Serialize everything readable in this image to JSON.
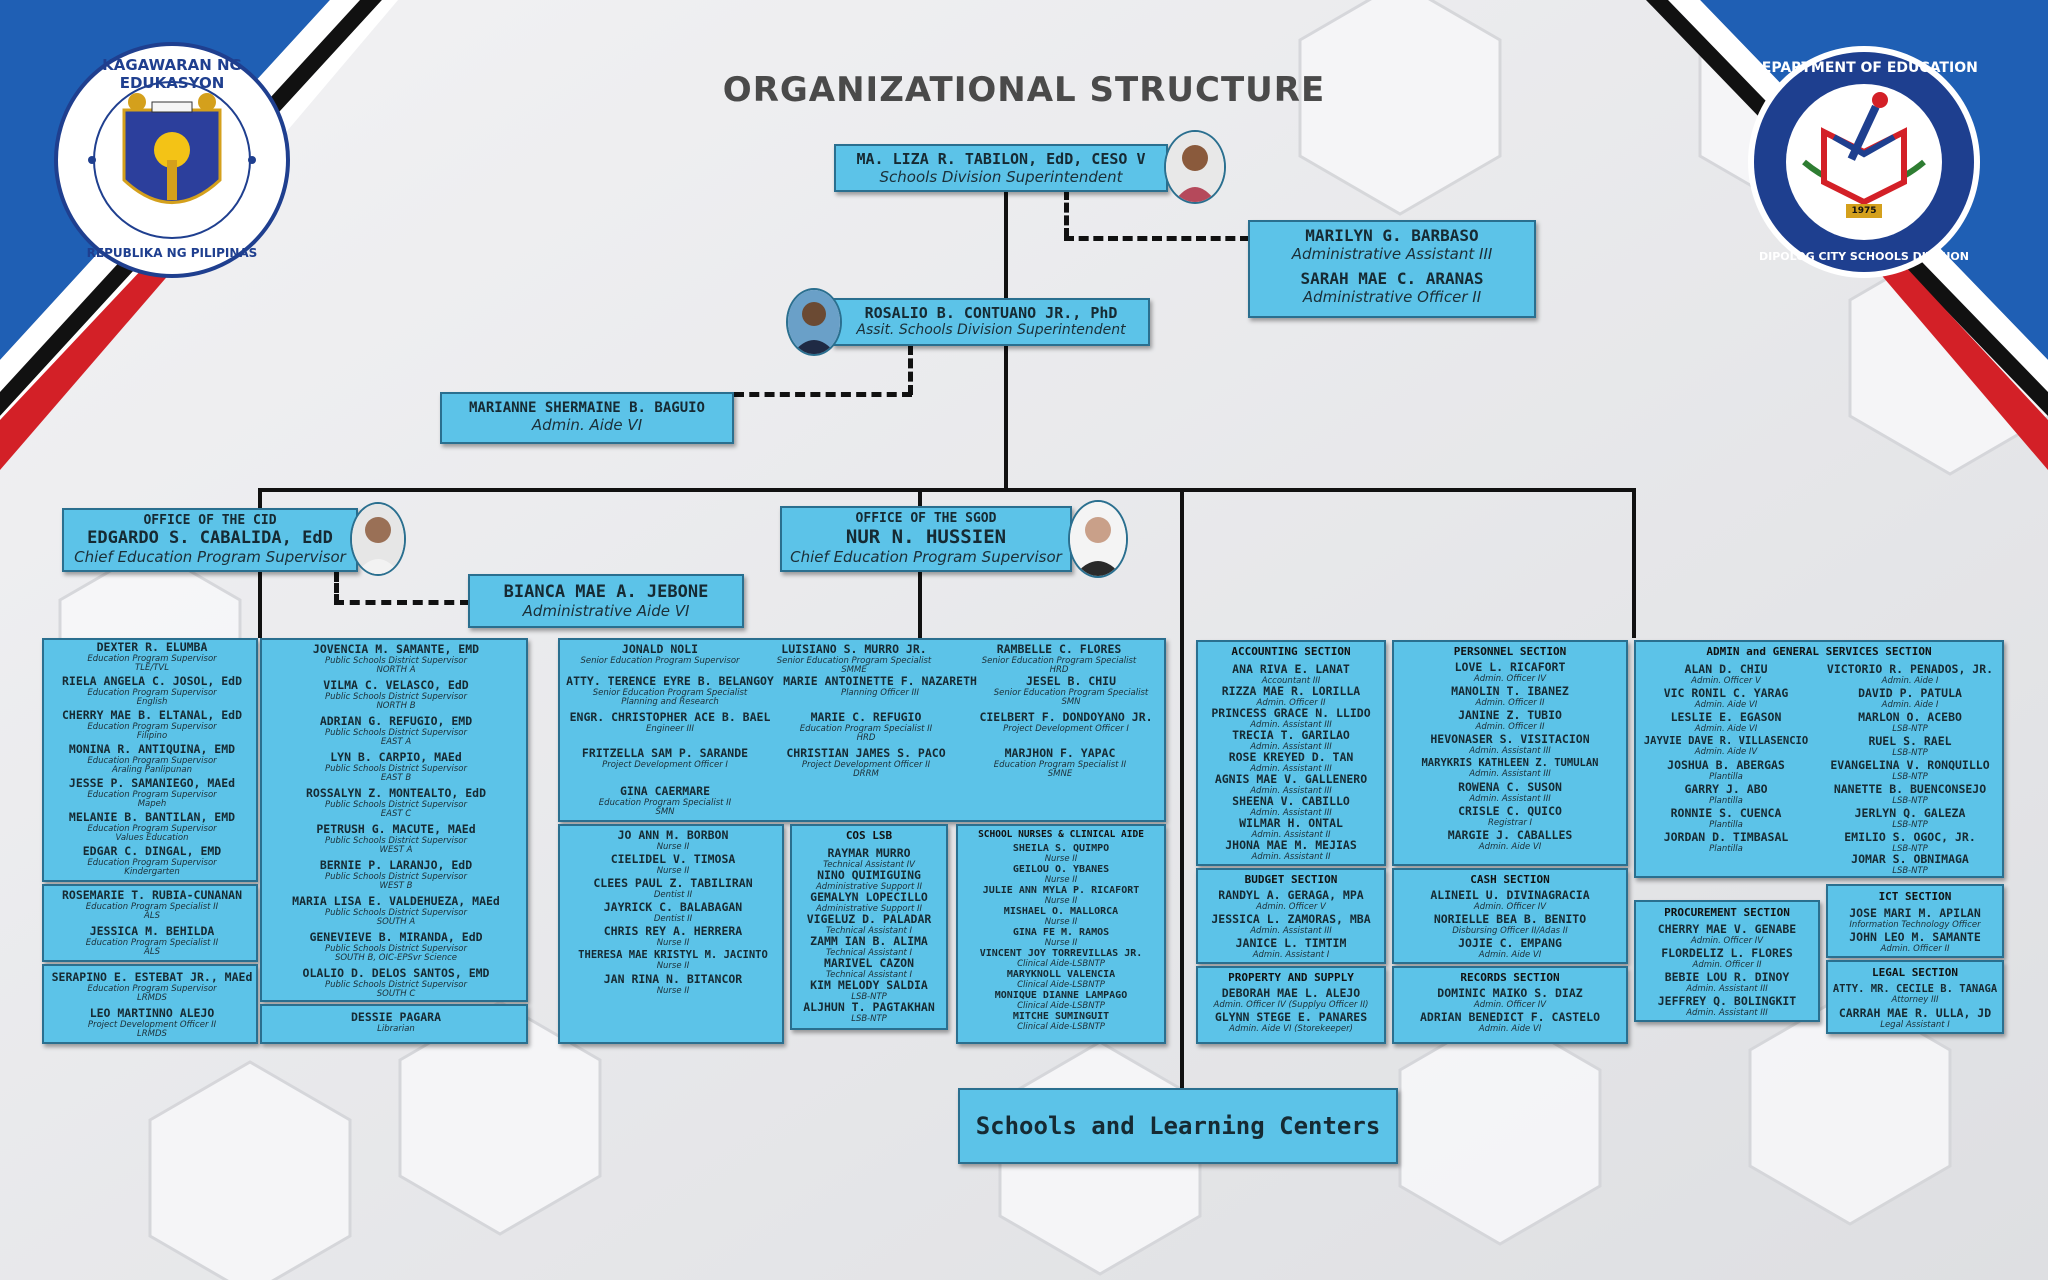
{
  "title": "ORGANIZATIONAL STRUCTURE",
  "logos": {
    "left": {
      "top_text": "KAGAWARAN NG EDUKASYON",
      "bottom_text": "REPUBLIKA NG PILIPINAS"
    },
    "right": {
      "top_text": "DEPARTMENT OF EDUCATION",
      "bottom_text": "DIPOLOG CITY SCHOOLS DIVISION",
      "year": "1975"
    }
  },
  "sds": {
    "name": "MA. LIZA R. TABILON, EdD, CESO V",
    "position": "Schools Division Superintendent"
  },
  "admin_staff": [
    {
      "name": "MARILYN G. BARBASO",
      "position": "Administrative Assistant III"
    },
    {
      "name": "SARAH MAE C. ARANAS",
      "position": "Administrative Officer II"
    }
  ],
  "asds": {
    "name": "ROSALIO B. CONTUANO JR., PhD",
    "position": "Assit. Schools Division Superintendent"
  },
  "asds_aide": {
    "name": "MARIANNE SHERMAINE B. BAGUIO",
    "position": "Admin. Aide VI"
  },
  "cid": {
    "office": "OFFICE OF THE CID",
    "name": "EDGARDO S. CABALIDA, EdD",
    "position": "Chief Education Program Supervisor"
  },
  "cid_aide": {
    "name": "BIANCA MAE A. JEBONE",
    "position": "Administrative Aide VI"
  },
  "sgod": {
    "office": "OFFICE OF THE SGOD",
    "name": "NUR N. HUSSIEN",
    "position": "Chief Education Program Supervisor"
  },
  "schools": {
    "label": "Schools and Learning Centers"
  },
  "cid_col1": [
    {
      "name": "DEXTER R. ELUMBA",
      "lines": [
        "Education Program Supervisor",
        "TLE/TVL"
      ]
    },
    {
      "name": "RIELA ANGELA C. JOSOL, EdD",
      "lines": [
        "Education Program Supervisor",
        "English"
      ]
    },
    {
      "name": "CHERRY MAE B. ELTANAL, EdD",
      "lines": [
        "Education Program Supervisor",
        "Filipino"
      ]
    },
    {
      "name": "MONINA R. ANTIQUINA, EMD",
      "lines": [
        "Education Program Supervisor",
        "Araling Panlipunan"
      ]
    },
    {
      "name": "JESSE P. SAMANIEGO, MAEd",
      "lines": [
        "Education Program Supervisor",
        "Mapeh"
      ]
    },
    {
      "name": "MELANIE B. BANTILAN, EMD",
      "lines": [
        "Education Program Supervisor",
        "Values Education"
      ]
    },
    {
      "name": "EDGAR C. DINGAL, EMD",
      "lines": [
        "Education Program Supervisor",
        "Kindergarten"
      ]
    }
  ],
  "cid_col1b": [
    {
      "name": "ROSEMARIE T. RUBIA-CUNANAN",
      "lines": [
        "Education Program Specialist II",
        "ALS"
      ]
    },
    {
      "name": "JESSICA M. BEHILDA",
      "lines": [
        "Education Program Specialist II",
        "ALS"
      ]
    }
  ],
  "cid_col1c": [
    {
      "name": "SERAPINO E. ESTEBAT JR., MAEd",
      "lines": [
        "Education Program Supervisor",
        "LRMDS"
      ]
    },
    {
      "name": "LEO MARTINNO ALEJO",
      "lines": [
        "Project Development Officer II",
        "LRMDS"
      ]
    }
  ],
  "cid_col2": [
    {
      "name": "JOVENCIA M. SAMANTE, EMD",
      "lines": [
        "Public Schools District Supervisor",
        "NORTH A"
      ]
    },
    {
      "name": "VILMA C. VELASCO, EdD",
      "lines": [
        "Public Schools District Supervisor",
        "NORTH B"
      ]
    },
    {
      "name": "ADRIAN G. REFUGIO, EMD",
      "lines": [
        "Public Schools District Supervisor",
        "EAST A"
      ]
    },
    {
      "name": "LYN B. CARPIO, MAEd",
      "lines": [
        "Public Schools District Supervisor",
        "EAST B"
      ]
    },
    {
      "name": "ROSSALYN Z. MONTEALTO, EdD",
      "lines": [
        "Public Schools District Supervisor",
        "EAST C"
      ]
    },
    {
      "name": "PETRUSH G. MACUTE, MAEd",
      "lines": [
        "Public Schools District Supervisor",
        "WEST A"
      ]
    },
    {
      "name": "BERNIE P. LARANJO, EdD",
      "lines": [
        "Public Schools District Supervisor",
        "WEST B"
      ]
    },
    {
      "name": "MARIA LISA E. VALDEHUEZA, MAEd",
      "lines": [
        "Public Schools District Supervisor",
        "SOUTH A"
      ]
    },
    {
      "name": "GENEVIEVE B. MIRANDA, EdD",
      "lines": [
        "Public Schools District Supervisor",
        "SOUTH B, OIC-EPSvr Science"
      ]
    },
    {
      "name": "OLALIO D. DELOS SANTOS, EMD",
      "lines": [
        "Public Schools District Supervisor",
        "SOUTH C"
      ]
    }
  ],
  "librarian": {
    "name": "DESSIE PAGARA",
    "position": "Librarian"
  },
  "sgod_top": [
    {
      "name": "JONALD NOLI",
      "lines": [
        "Senior Education Program Supervisor"
      ]
    },
    {
      "name": "LUISIANO S. MURRO JR.",
      "lines": [
        "Senior Education Program Specialist",
        "SMME"
      ]
    },
    {
      "name": "RAMBELLE C. FLORES",
      "lines": [
        "Senior Education Program Specialist",
        "HRD"
      ]
    },
    {
      "name": "ATTY. TERENCE EYRE B. BELANGOY",
      "lines": [
        "Senior Education Program Specialist",
        "Planning and Research"
      ]
    },
    {
      "name": "MARIE ANTOINETTE F. NAZARETH",
      "lines": [
        "Planning Officer III"
      ]
    },
    {
      "name": "JESEL B. CHIU",
      "lines": [
        "Senior Education Program Specialist",
        "SMN"
      ]
    },
    {
      "name": "ENGR. CHRISTOPHER ACE B. BAEL",
      "lines": [
        "Engineer III"
      ]
    },
    {
      "name": "MARIE C. REFUGIO",
      "lines": [
        "Education Program Specialist II",
        "HRD"
      ]
    },
    {
      "name": "CIELBERT F. DONDOYANO JR.",
      "lines": [
        "Project Development Officer I"
      ]
    },
    {
      "name": "FRITZELLA SAM P. SARANDE",
      "lines": [
        "Project Development Officer I"
      ]
    },
    {
      "name": "CHRISTIAN JAMES S. PACO",
      "lines": [
        "Project Development Officer II",
        "DRRM"
      ]
    },
    {
      "name": "MARJHON F. YAPAC",
      "lines": [
        "Education Program Specialist II",
        "SMNE"
      ]
    },
    {
      "name": "GINA CAERMARE",
      "lines": [
        "Education Program Specialist II",
        "SMN"
      ]
    }
  ],
  "sgod_medical": [
    {
      "name": "JO ANN M. BORBON",
      "lines": [
        "Nurse II"
      ]
    },
    {
      "name": "CIELIDEL V. TIMOSA",
      "lines": [
        "Nurse II"
      ]
    },
    {
      "name": "CLEES PAUL Z. TABILIRAN",
      "lines": [
        "Dentist II"
      ]
    },
    {
      "name": "JAYRICK C. BALABAGAN",
      "lines": [
        "Dentist II"
      ]
    },
    {
      "name": "CHRIS REY A. HERRERA",
      "lines": [
        "Nurse II"
      ]
    },
    {
      "name": "THERESA MAE KRISTYL M. JACINTO",
      "lines": [
        "Nurse II"
      ]
    },
    {
      "name": "JAN RINA N. BITANCOR",
      "lines": [
        "Nurse II"
      ]
    }
  ],
  "cos_lsb": {
    "title": "COS LSB",
    "people": [
      {
        "name": "RAYMAR MURRO",
        "lines": [
          "Technical Assistant IV"
        ]
      },
      {
        "name": "NINO QUIMIGUING",
        "lines": [
          "Administrative Support II"
        ]
      },
      {
        "name": "GEMALYN LOPECILLO",
        "lines": [
          "Administrative Support II"
        ]
      },
      {
        "name": "VIGELUZ D. PALADAR",
        "lines": [
          "Technical Assistant I"
        ]
      },
      {
        "name": "ZAMM IAN B. ALIMA",
        "lines": [
          "Technical Assistant I"
        ]
      },
      {
        "name": "MARIVEL CAZON",
        "lines": [
          "Technical Assistant I"
        ]
      },
      {
        "name": "KIM MELODY SALDIA",
        "lines": [
          "LSB-NTP"
        ]
      },
      {
        "name": "ALJHUN T. PAGTAKHAN",
        "lines": [
          "LSB-NTP"
        ]
      }
    ]
  },
  "school_nurses": {
    "title": "SCHOOL NURSES & CLINICAL AIDE",
    "people": [
      {
        "name": "SHEILA S. QUIMPO",
        "lines": [
          "Nurse II"
        ]
      },
      {
        "name": "GEILOU O. YBANES",
        "lines": [
          "Nurse II"
        ]
      },
      {
        "name": "JULIE ANN MYLA P. RICAFORT",
        "lines": [
          "Nurse II"
        ]
      },
      {
        "name": "MISHAEL O. MALLORCA",
        "lines": [
          "Nurse II"
        ]
      },
      {
        "name": "GINA FE M. RAMOS",
        "lines": [
          "Nurse II"
        ]
      },
      {
        "name": "VINCENT JOY TORREVILLAS JR.",
        "lines": [
          "Clinical Aide-LSBNTP"
        ]
      },
      {
        "name": "MARYKNOLL VALENCIA",
        "lines": [
          "Clinical Aide-LSBNTP"
        ]
      },
      {
        "name": "MONIQUE DIANNE LAMPAGO",
        "lines": [
          "Clinical Aide-LSBNTP"
        ]
      },
      {
        "name": "MITCHE SUMINGUIT",
        "lines": [
          "Clinical Aide-LSBNTP"
        ]
      }
    ]
  },
  "accounting": {
    "title": "ACCOUNTING SECTION",
    "people": [
      {
        "name": "ANA RIVA E. LANAT",
        "lines": [
          "Accountant III"
        ]
      },
      {
        "name": "RIZZA MAE R. LORILLA",
        "lines": [
          "Admin. Officer II"
        ]
      },
      {
        "name": "PRINCESS GRACE N. LLIDO",
        "lines": [
          "Admin. Assistant III"
        ]
      },
      {
        "name": "TRECIA T. GARILAO",
        "lines": [
          "Admin. Assistant III"
        ]
      },
      {
        "name": "ROSE KREYED D. TAN",
        "lines": [
          "Admin. Assistant III"
        ]
      },
      {
        "name": "AGNIS MAE V. GALLENERO",
        "lines": [
          "Admin. Assistant III"
        ]
      },
      {
        "name": "SHEENA V. CABILLO",
        "lines": [
          "Admin. Assistant III"
        ]
      },
      {
        "name": "WILMAR H. ONTAL",
        "lines": [
          "Admin. Assistant II"
        ]
      },
      {
        "name": "JHONA MAE M. MEJIAS",
        "lines": [
          "Admin. Assistant II"
        ]
      }
    ]
  },
  "budget": {
    "title": "BUDGET SECTION",
    "people": [
      {
        "name": "RANDYL A. GERAGA, MPA",
        "lines": [
          "Admin. Officer V"
        ]
      },
      {
        "name": "JESSICA L. ZAMORAS, MBA",
        "lines": [
          "Admin. Assistant III"
        ]
      },
      {
        "name": "JANICE L. TIMTIM",
        "lines": [
          "Admin. Assistant I"
        ]
      }
    ]
  },
  "property": {
    "title": "PROPERTY AND SUPPLY",
    "people": [
      {
        "name": "DEBORAH MAE L. ALEJO",
        "lines": [
          "Admin. Officer IV (Supplyu Officer II)"
        ]
      },
      {
        "name": "GLYNN STEGE E. PANARES",
        "lines": [
          "Admin. Aide VI (Storekeeper)"
        ]
      }
    ]
  },
  "personnel": {
    "title": "PERSONNEL SECTION",
    "people": [
      {
        "name": "LOVE L. RICAFORT",
        "lines": [
          "Admin. Officer IV"
        ]
      },
      {
        "name": "MANOLIN T. IBANEZ",
        "lines": [
          "Admin. Officer II"
        ]
      },
      {
        "name": "JANINE Z. TUBIO",
        "lines": [
          "Admin. Officer II"
        ]
      },
      {
        "name": "HEVONASER S. VISITACION",
        "lines": [
          "Admin. Assistant III"
        ]
      },
      {
        "name": "MARYKRIS KATHLEEN Z. TUMULAN",
        "lines": [
          "Admin. Assistant III"
        ]
      },
      {
        "name": "ROWENA C. SUSON",
        "lines": [
          "Admin. Assistant III"
        ]
      },
      {
        "name": "CRISLE C. QUICO",
        "lines": [
          "Registrar I"
        ]
      },
      {
        "name": "MARGIE J. CABALLES",
        "lines": [
          "Admin. Aide VI"
        ]
      }
    ]
  },
  "cash": {
    "title": "CASH SECTION",
    "people": [
      {
        "name": "ALINEIL U. DIVINAGRACIA",
        "lines": [
          "Admin. Officer IV"
        ]
      },
      {
        "name": "NORIELLE BEA B. BENITO",
        "lines": [
          "Disbursing Officer II/Adas II"
        ]
      },
      {
        "name": "JOJIE C. EMPANG",
        "lines": [
          "Admin. Aide VI"
        ]
      }
    ]
  },
  "records": {
    "title": "RECORDS SECTION",
    "people": [
      {
        "name": "DOMINIC MAIKO S. DIAZ",
        "lines": [
          "Admin. Officer IV"
        ]
      },
      {
        "name": "ADRIAN BENEDICT F. CASTELO",
        "lines": [
          "Admin. Aide VI"
        ]
      }
    ]
  },
  "admin_general": {
    "title": "ADMIN and GENERAL SERVICES SECTION",
    "left": [
      {
        "name": "ALAN D. CHIU",
        "lines": [
          "Admin. Officer V"
        ]
      },
      {
        "name": "VIC RONIL C. YARAG",
        "lines": [
          "Admin. Aide VI"
        ]
      },
      {
        "name": "LESLIE E. EGASON",
        "lines": [
          "Admin. Aide VI"
        ]
      },
      {
        "name": "JAYVIE DAVE R. VILLASENCIO",
        "lines": [
          "Admin. Aide IV"
        ]
      },
      {
        "name": "JOSHUA B. ABERGAS",
        "lines": [
          "Plantilla"
        ]
      },
      {
        "name": "GARRY J. ABO",
        "lines": [
          "Plantilla"
        ]
      },
      {
        "name": "RONNIE S. CUENCA",
        "lines": [
          "Plantilla"
        ]
      },
      {
        "name": "JORDAN D. TIMBASAL",
        "lines": [
          "Plantilla"
        ]
      }
    ],
    "right": [
      {
        "name": "VICTORIO R. PENADOS, JR.",
        "lines": [
          "Admin. Aide I"
        ]
      },
      {
        "name": "DAVID P. PATULA",
        "lines": [
          "Admin. Aide I"
        ]
      },
      {
        "name": "MARLON O. ACEBO",
        "lines": [
          "LSB-NTP"
        ]
      },
      {
        "name": "RUEL S. RAEL",
        "lines": [
          "LSB-NTP"
        ]
      },
      {
        "name": "EVANGELINA V. RONQUILLO",
        "lines": [
          "LSB-NTP"
        ]
      },
      {
        "name": "NANETTE B. BUENCONSEJO",
        "lines": [
          "LSB-NTP"
        ]
      },
      {
        "name": "JERLYN Q. GALEZA",
        "lines": [
          "LSB-NTP"
        ]
      },
      {
        "name": "EMILIO S. OGOC, JR.",
        "lines": [
          "LSB-NTP"
        ]
      },
      {
        "name": "JOMAR S. OBNIMAGA",
        "lines": [
          "LSB-NTP"
        ]
      }
    ]
  },
  "procurement": {
    "title": "PROCUREMENT SECTION",
    "people": [
      {
        "name": "CHERRY MAE V. GENABE",
        "lines": [
          "Admin. Officer IV"
        ]
      },
      {
        "name": "FLORDELIZ L. FLORES",
        "lines": [
          "Admin. Officer II"
        ]
      },
      {
        "name": "BEBIE LOU R. DINOY",
        "lines": [
          "Admin. Assistant III"
        ]
      },
      {
        "name": "JEFFREY Q. BOLINGKIT",
        "lines": [
          "Admin. Assistant III"
        ]
      }
    ]
  },
  "ict": {
    "title": "ICT SECTION",
    "people": [
      {
        "name": "JOSE MARI M. APILAN",
        "lines": [
          "Information Technology Officer"
        ]
      },
      {
        "name": "JOHN LEO M. SAMANTE",
        "lines": [
          "Admin. Officer II"
        ]
      }
    ]
  },
  "legal": {
    "title": "LEGAL SECTION",
    "people": [
      {
        "name": "ATTY. MR. CECILE B. TANAGA",
        "lines": [
          "Attorney III"
        ]
      },
      {
        "name": "CARRAH MAE R. ULLA, JD",
        "lines": [
          "Legal Assistant I"
        ]
      }
    ]
  },
  "colors": {
    "box": "#5cc3e8",
    "border": "#2a6f8f",
    "red": "#d32027",
    "blue": "#1f5fb4"
  }
}
